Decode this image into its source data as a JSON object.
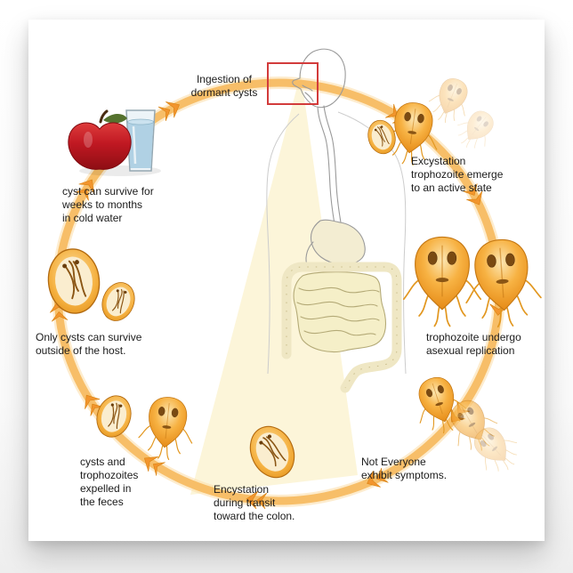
{
  "colors": {
    "text": "#1B1B1B",
    "ring": "#F7BC62",
    "ring_glow": "#FBDCA6",
    "ring_arrow": "#F2952E",
    "organism_outline": "#C47712",
    "highlight_box_red": "#D23B3B",
    "wedge_yellow": "#FBF3CF",
    "apple_red": "#C01822",
    "water_blue": "#A9CDE1"
  },
  "icons": {
    "apple": "apple-icon",
    "water_glass": "water-glass-icon",
    "trophozoite": "giardia-trophozoite-icon",
    "cyst": "giardia-cyst-icon",
    "digestive_system": "human-digestive-system-illustration",
    "cycle_arrow": "orange-cycle-arrowhead"
  },
  "labels": {
    "ingestion": "Ingestion of\ndormant cysts",
    "excystation": "Excystation\ntrophozoite emerge\nto an active state",
    "replication": "trophozoite undergo\nasexual replication",
    "symptoms": "Not Everyone\nexhibit symptoms.",
    "encystation": "Encystation\nduring transit\ntoward the colon.",
    "expelled": "cysts and\ntrophozoites\nexpelled in\nthe feces",
    "only_cysts": "Only cysts can survive\noutside of the host.",
    "cyst_survive": "cyst can survive for\nweeks to months\nin cold water"
  }
}
